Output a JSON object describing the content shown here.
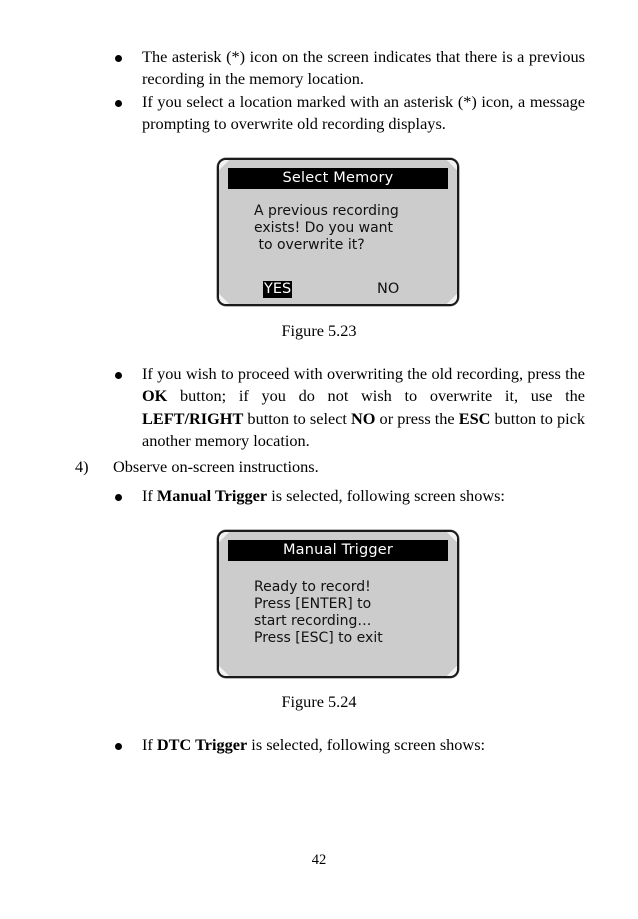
{
  "page": {
    "number": "42",
    "background_color": "#ffffff",
    "text_color": "#000000"
  },
  "bullets": {
    "asterisk_meaning": {
      "pre": "The asterisk (*) icon on the screen indicates that there is a previous recording in the memory location."
    },
    "overwrite_prompt": {
      "pre": "If you select a location marked with an asterisk (*) icon, a message prompting to overwrite old recording displays."
    },
    "proceed_overwrite": {
      "p1": "If you wish to proceed with overwriting the old recording, press the ",
      "b1": "OK",
      "p2": " button; if you do not wish to overwrite it, use the ",
      "b2": "LEFT/RIGHT",
      "p3": " button to select ",
      "b3": "NO",
      "p4": " or press the ",
      "b4": "ESC",
      "p5": " button to pick another memory location."
    },
    "manual_trigger": {
      "p1": "If ",
      "b1": "Manual Trigger",
      "p2": " is selected, following screen shows:"
    },
    "dtc_trigger": {
      "p1": "If ",
      "b1": "DTC Trigger",
      "p2": " is selected, following screen shows:"
    }
  },
  "steps": {
    "four": {
      "label": "4)",
      "text": "Observe on-screen instructions."
    }
  },
  "figures": {
    "fig_5_23": {
      "caption": "Figure 5.23",
      "screen": {
        "title": "Select Memory",
        "message_lines": [
          "A previous recording",
          "exists! Do you want",
          " to overwrite it?"
        ],
        "choices": [
          {
            "label": "YES",
            "selected": true
          },
          {
            "label": "NO",
            "selected": false
          }
        ],
        "bezel_color": "#1a1a1a",
        "screen_color": "#cccccc",
        "titlebar_color": "#000000",
        "titlebar_text_color": "#ffffff"
      }
    },
    "fig_5_24": {
      "caption": "Figure 5.24",
      "screen": {
        "title": "Manual Trigger",
        "message_lines": [
          "Ready to record!",
          "Press [ENTER] to",
          "start recording…",
          "Press [ESC] to exit"
        ],
        "bezel_color": "#1a1a1a",
        "screen_color": "#cccccc",
        "titlebar_color": "#000000",
        "titlebar_text_color": "#ffffff"
      }
    }
  }
}
